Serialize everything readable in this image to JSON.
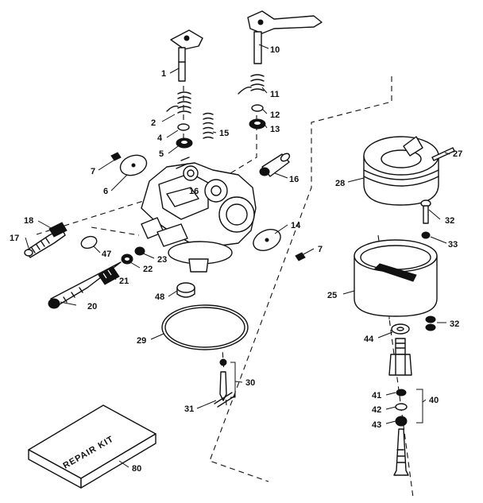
{
  "labels": [
    "1",
    "2",
    "4",
    "5",
    "6",
    "7",
    "7",
    "10",
    "11",
    "12",
    "13",
    "14",
    "15",
    "16",
    "16",
    "17",
    "18",
    "20",
    "21",
    "22",
    "23",
    "25",
    "27",
    "28",
    "29",
    "30",
    "31",
    "32",
    "32",
    "33",
    "40",
    "41",
    "42",
    "43",
    "44",
    "47",
    "48",
    "80"
  ],
  "repair_kit_text": "REPAIR KIT"
}
